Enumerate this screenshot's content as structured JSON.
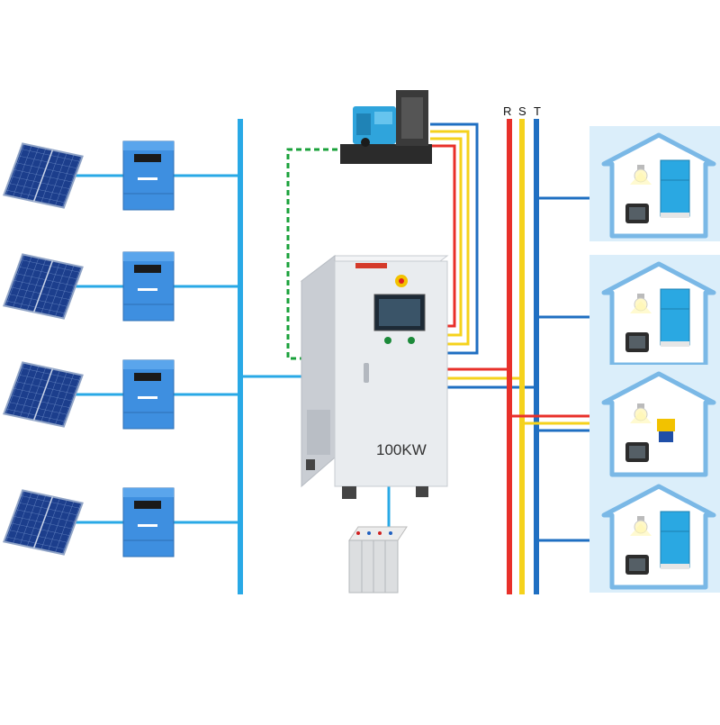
{
  "inverter": {
    "rating_label": "100KW"
  },
  "phases": [
    {
      "label": "R",
      "color": "#e8302a"
    },
    {
      "label": "S",
      "color": "#f5d21c"
    },
    {
      "label": "T",
      "color": "#1f6fc2"
    }
  ],
  "colors": {
    "dc_bus": "#29a9e6",
    "ac_blue": "#1f6fc2",
    "generator_control_link": "#19a13a",
    "controller_body": "#3e8fe0",
    "house_panel": "#dbeefa",
    "house_roof": "#7ab8e6",
    "cabinet": "#e9ecef"
  },
  "solar_strings": [
    {
      "panel": "solar-panel",
      "controller": "charge-controller"
    },
    {
      "panel": "solar-panel",
      "controller": "charge-controller"
    },
    {
      "panel": "solar-panel",
      "controller": "charge-controller"
    },
    {
      "panel": "solar-panel",
      "controller": "charge-controller"
    }
  ],
  "houses": [
    {
      "appliances": [
        "lightbulb-icon",
        "tv-icon",
        "fridge-icon"
      ]
    },
    {
      "appliances": [
        "lightbulb-icon",
        "tv-icon",
        "fridge-icon"
      ]
    },
    {
      "appliances": [
        "lightbulb-icon",
        "tv-icon",
        "water-pump-icon"
      ]
    },
    {
      "appliances": [
        "lightbulb-icon",
        "tv-icon",
        "fridge-icon"
      ]
    }
  ],
  "icons": {
    "generator": "diesel-generator-icon",
    "battery": "battery-bank-icon",
    "inverter": "inverter-cabinet-icon"
  }
}
